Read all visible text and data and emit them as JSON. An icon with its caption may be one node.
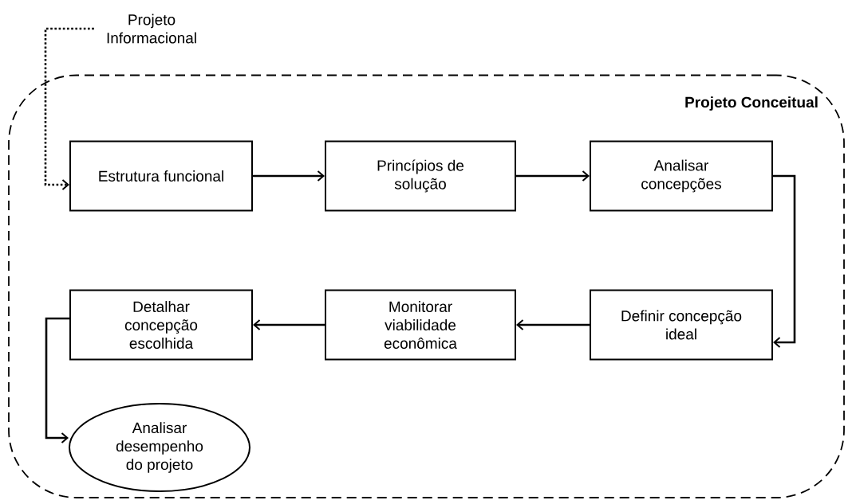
{
  "diagram": {
    "nodes": [
      {
        "text": [
          "Projeto Informacional"
        ]
      },
      {
        "text": [
          "Projeto Conceitual"
        ]
      },
      {
        "text": [
          "Estrutura funcional"
        ],
        "in": 1
      },
      {
        "text": [
          "Princípios de solução"
        ],
        "in": 1
      },
      {
        "text": [
          "Analisar concepções"
        ],
        "in": 1
      },
      {
        "text": [
          "Definir concepção ideal"
        ],
        "in": 1
      },
      {
        "text": [
          "Monitorar viabilidade econômica"
        ],
        "in": 1
      },
      {
        "text": [
          "Detalhar concepção escolhida"
        ],
        "in": 1
      },
      {
        "text": [
          "Analisar desempenho do projeto"
        ],
        "in": 1
      }
    ],
    "edges": [
      {
        "from": 0,
        "to": 2,
        "arrow": "to",
        "style": "dashed"
      },
      {
        "from": 2,
        "to": 3,
        "arrow": "to"
      },
      {
        "from": 3,
        "to": 4,
        "arrow": "to"
      },
      {
        "from": 4,
        "to": 5,
        "arrow": "to"
      },
      {
        "from": 5,
        "to": 6,
        "arrow": "to"
      },
      {
        "from": 6,
        "to": 7,
        "arrow": "to"
      },
      {
        "from": 7,
        "to": 8,
        "arrow": "to"
      }
    ]
  }
}
